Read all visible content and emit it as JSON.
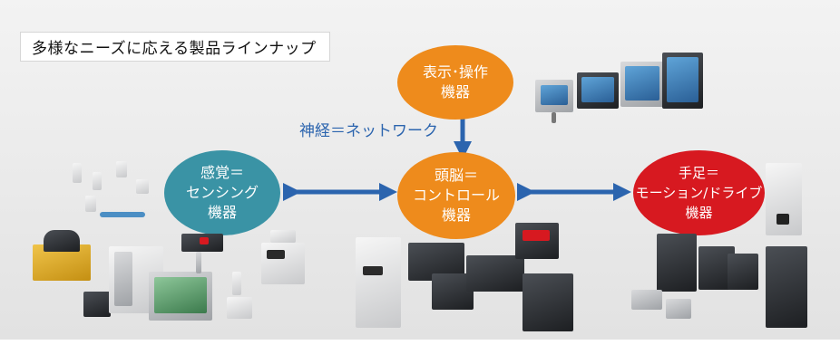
{
  "title": "多様なニーズに応える製品ラインナップ",
  "nodes": {
    "display": {
      "line1": "表示･操作",
      "line2": "機器"
    },
    "control": {
      "line1": "頭脳＝",
      "line2": "コントロール",
      "line3": "機器"
    },
    "sensing": {
      "line1": "感覚＝",
      "line2": "センシング",
      "line3": "機器"
    },
    "motion": {
      "line1": "手足＝",
      "line2": "モーション/ドライブ",
      "line3": "機器"
    }
  },
  "network_label": "神経＝ネットワーク",
  "colors": {
    "orange": "#ee8b1c",
    "teal": "#3a93a5",
    "red": "#d71920",
    "arrow_blue": "#2b64ae"
  }
}
